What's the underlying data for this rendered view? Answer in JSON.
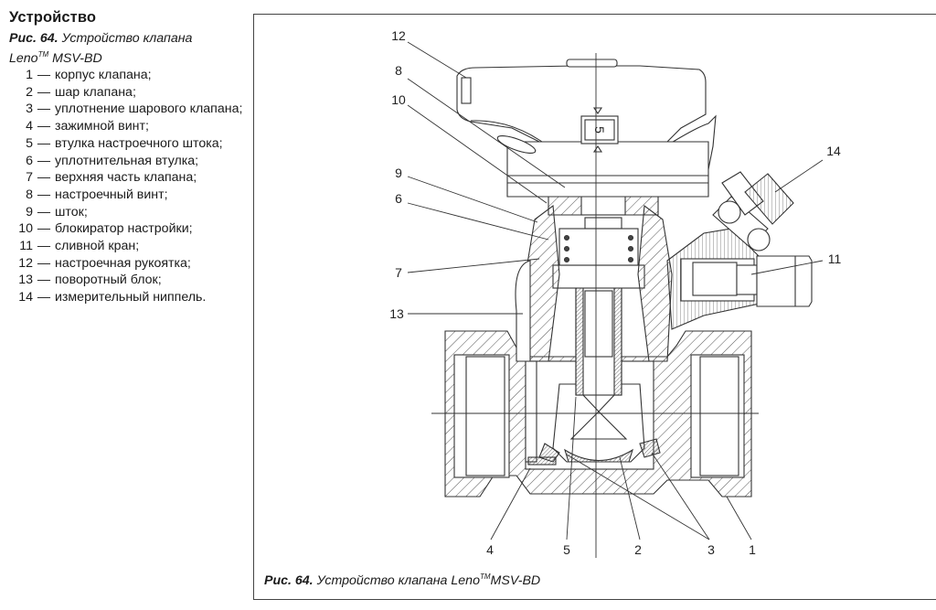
{
  "section": {
    "heading": "Устройство",
    "caption_prefix": "Рис. 64.",
    "caption_text": "Устройство клапана",
    "product_name": "Leno",
    "trademark": "TM",
    "product_model": "MSV-BD"
  },
  "legend": [
    {
      "num": "1",
      "dash": "—",
      "text": "корпус клапана;"
    },
    {
      "num": "2",
      "dash": "—",
      "text": "шар клапана;"
    },
    {
      "num": "3",
      "dash": "—",
      "text": "уплотнение шарового клапана;"
    },
    {
      "num": "4",
      "dash": "—",
      "text": "зажимной винт;"
    },
    {
      "num": "5",
      "dash": "—",
      "text": "втулка настроечного штока;"
    },
    {
      "num": "6",
      "dash": "—",
      "text": "уплотнительная втулка;"
    },
    {
      "num": "7",
      "dash": "—",
      "text": "верхняя часть клапана;"
    },
    {
      "num": "8",
      "dash": "—",
      "text": "настроечный винт;"
    },
    {
      "num": "9",
      "dash": "—",
      "text": "шток;"
    },
    {
      "num": "10",
      "dash": "—",
      "text": "блокиратор настройки;"
    },
    {
      "num": "11",
      "dash": "—",
      "text": "сливной кран;"
    },
    {
      "num": "12",
      "dash": "—",
      "text": "настроечная рукоятка;"
    },
    {
      "num": "13",
      "dash": "—",
      "text": "поворотный блок;"
    },
    {
      "num": "14",
      "dash": "—",
      "text": "измерительный ниппель."
    }
  ],
  "figure": {
    "caption_prefix": "Рис. 64.",
    "caption_text": "Устройство клапана",
    "product_name": "Leno",
    "trademark": "TM",
    "product_model": "MSV-BD",
    "setting_window_value": "5",
    "callouts": [
      "12",
      "8",
      "10",
      "9",
      "6",
      "7",
      "13",
      "14",
      "11",
      "4",
      "5",
      "2",
      "3",
      "1"
    ]
  }
}
